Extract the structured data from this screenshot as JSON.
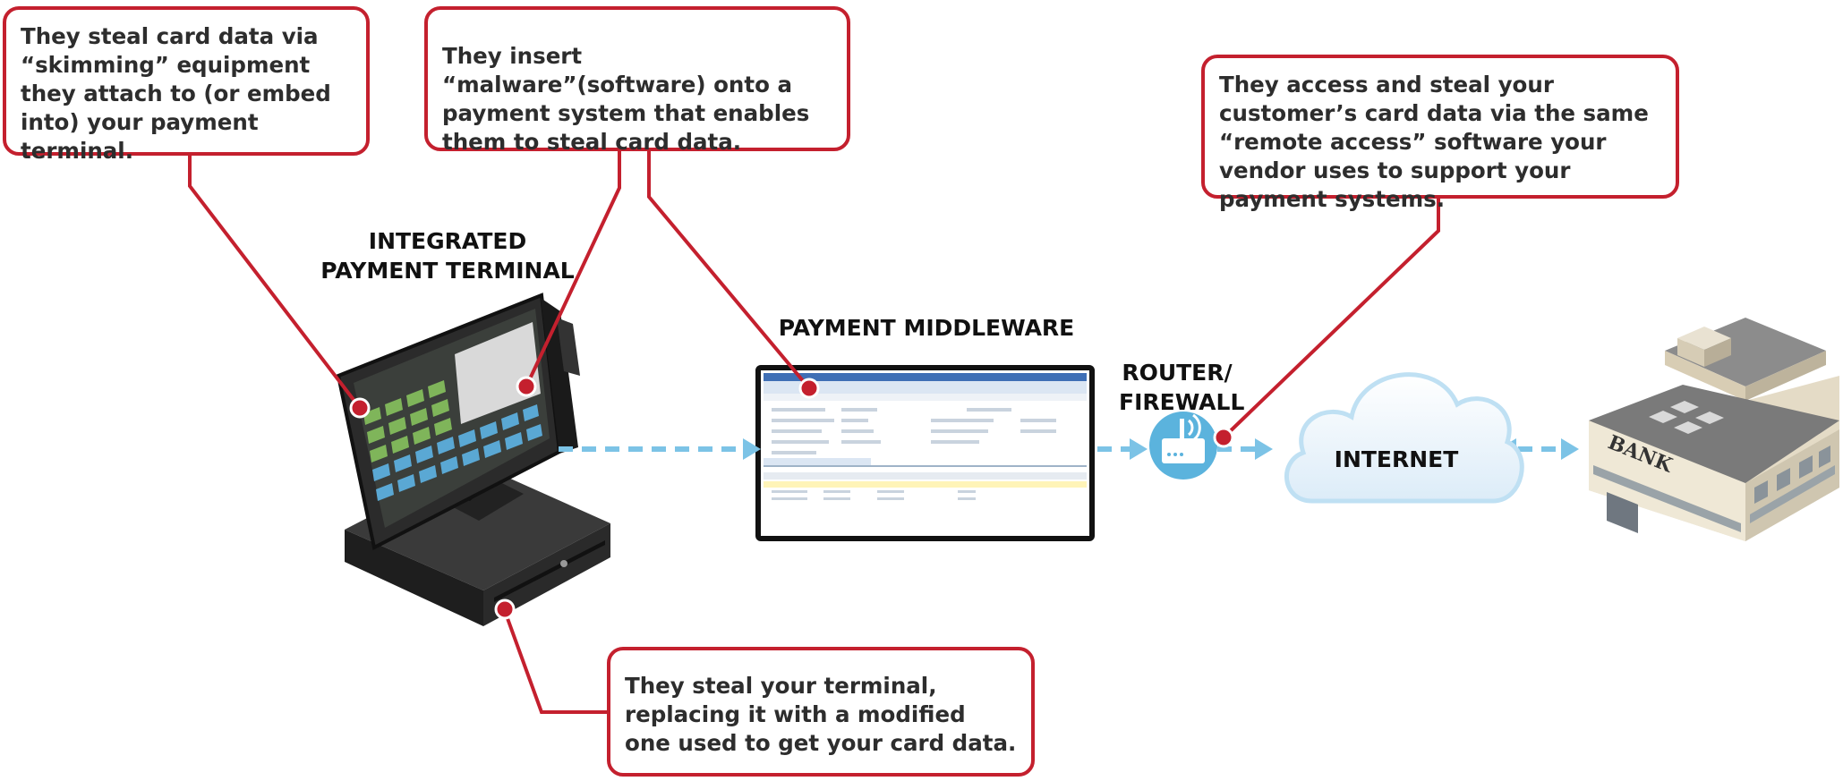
{
  "callouts": {
    "skimming": "They steal card data via “skimming” equipment they attach to (or embed into) your payment terminal.",
    "malware": "They insert “malware”(software) onto a payment system that enables them to steal card data.",
    "remote_access": "They access and steal your customer’s card data via the same “remote access” software your vendor uses to support your payment systems.",
    "terminal_swap": "They steal your terminal, replacing it with a modified one used to get your card data."
  },
  "labels": {
    "terminal": "INTEGRATED\nPAYMENT TERMINAL",
    "middleware": "PAYMENT MIDDLEWARE",
    "router": "ROUTER/\nFIREWALL",
    "internet": "INTERNET",
    "bank_sign": "BANK"
  },
  "colors": {
    "callout_border": "#c4202e",
    "connector": "#c4202e",
    "flow_arrow": "#7cc3e6",
    "router_icon": "#5bb3dd",
    "cloud": "#e3f1fb"
  },
  "icons": [
    "payment-terminal-icon",
    "cash-drawer-icon",
    "monitor-icon",
    "wifi-router-icon",
    "cloud-icon",
    "bank-building-icon"
  ]
}
